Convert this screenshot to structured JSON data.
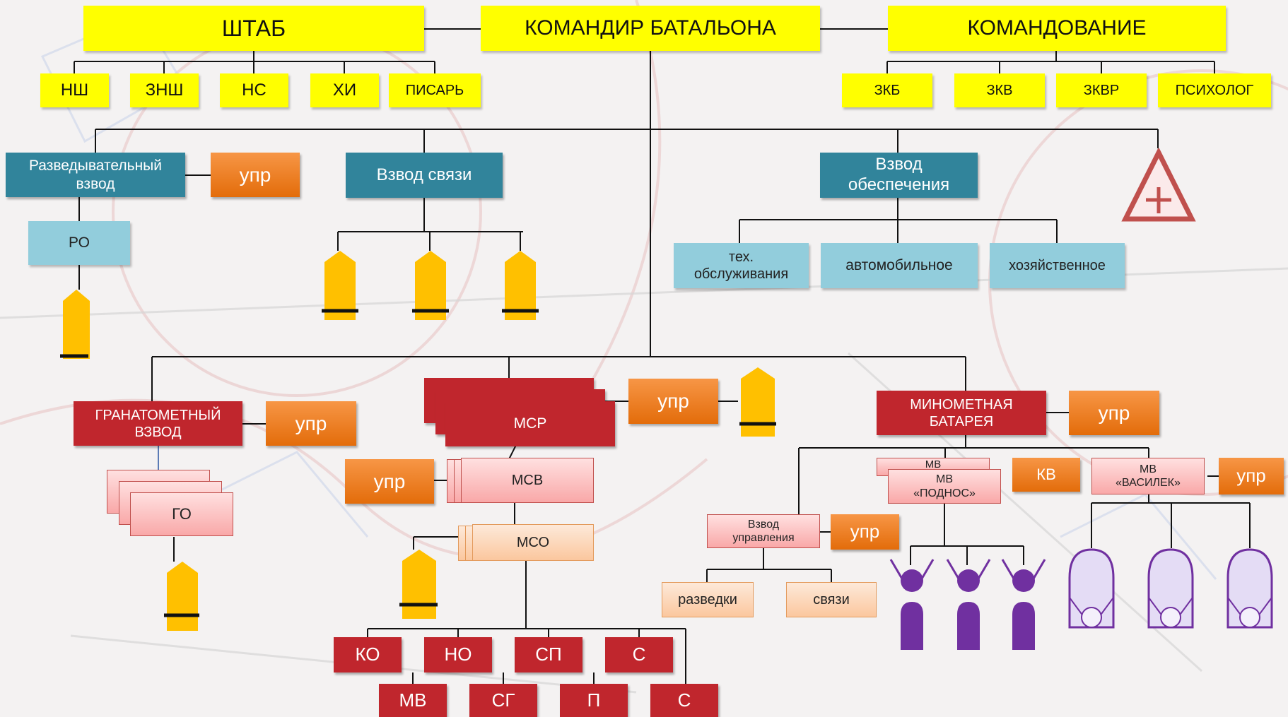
{
  "top": {
    "hq": "ШТАБ",
    "commander": "КОМАНДИР БАТАЛЬОНА",
    "command": "КОМАНДОВАНИЕ"
  },
  "hq_staff": [
    "НШ",
    "ЗНШ",
    "НС",
    "ХИ",
    "ПИСАРЬ"
  ],
  "command_staff": [
    "ЗКБ",
    "ЗКВ",
    "ЗКВР",
    "ПСИХОЛОГ"
  ],
  "units": {
    "recon_platoon": "Разведывательный взвод",
    "recon_upr": "упр",
    "ro": "РО",
    "signal_platoon": "Взвод связи",
    "support_platoon": "Взвод обеспечения",
    "tech": "тех. обслуживания",
    "auto": "автомобильное",
    "household": "хозяйственное",
    "grenade_platoon": "ГРАНАТОМЕТНЫЙ ВЗВОД",
    "grenade_upr": "упр",
    "go": "ГО",
    "msr": "МСР",
    "msr_upr": "упр",
    "msv": "МСВ",
    "msv_upr": "упр",
    "mso": "МСО",
    "mortar_battery": "МИНОМЕТНАЯ БАТАРЕЯ",
    "mortar_upr": "упр",
    "mv_short": "МВ",
    "mv_podnos": "МВ «ПОДНОС»",
    "kv": "КВ",
    "mv_vasilek": "МВ «ВАСИЛЕК»",
    "vasilek_upr": "упр",
    "control_platoon": "Взвод управления",
    "control_upr": "упр",
    "recon": "разведки",
    "signal": "связи"
  },
  "squad_top": [
    "КО",
    "НО",
    "СП",
    "С"
  ],
  "squad_bottom": [
    "МВ",
    "СГ",
    "П",
    "С"
  ],
  "colors": {
    "yellow": "#ffff00",
    "teal": "#31849b",
    "orange": "#f79646",
    "light_blue": "#92cddc",
    "dark_red": "#c0262d",
    "pink": "#f9a8a8",
    "peach": "#fbc79e",
    "gold": "#ffc000",
    "purple": "#7030a0",
    "lavender": "#e4dcf5",
    "medic_red": "#c0504d"
  },
  "icons": {
    "medical": "medical-triangle-icon",
    "shield": "gold-shield-icon",
    "person": "purple-person-icon",
    "shell": "mortar-shell-icon"
  }
}
